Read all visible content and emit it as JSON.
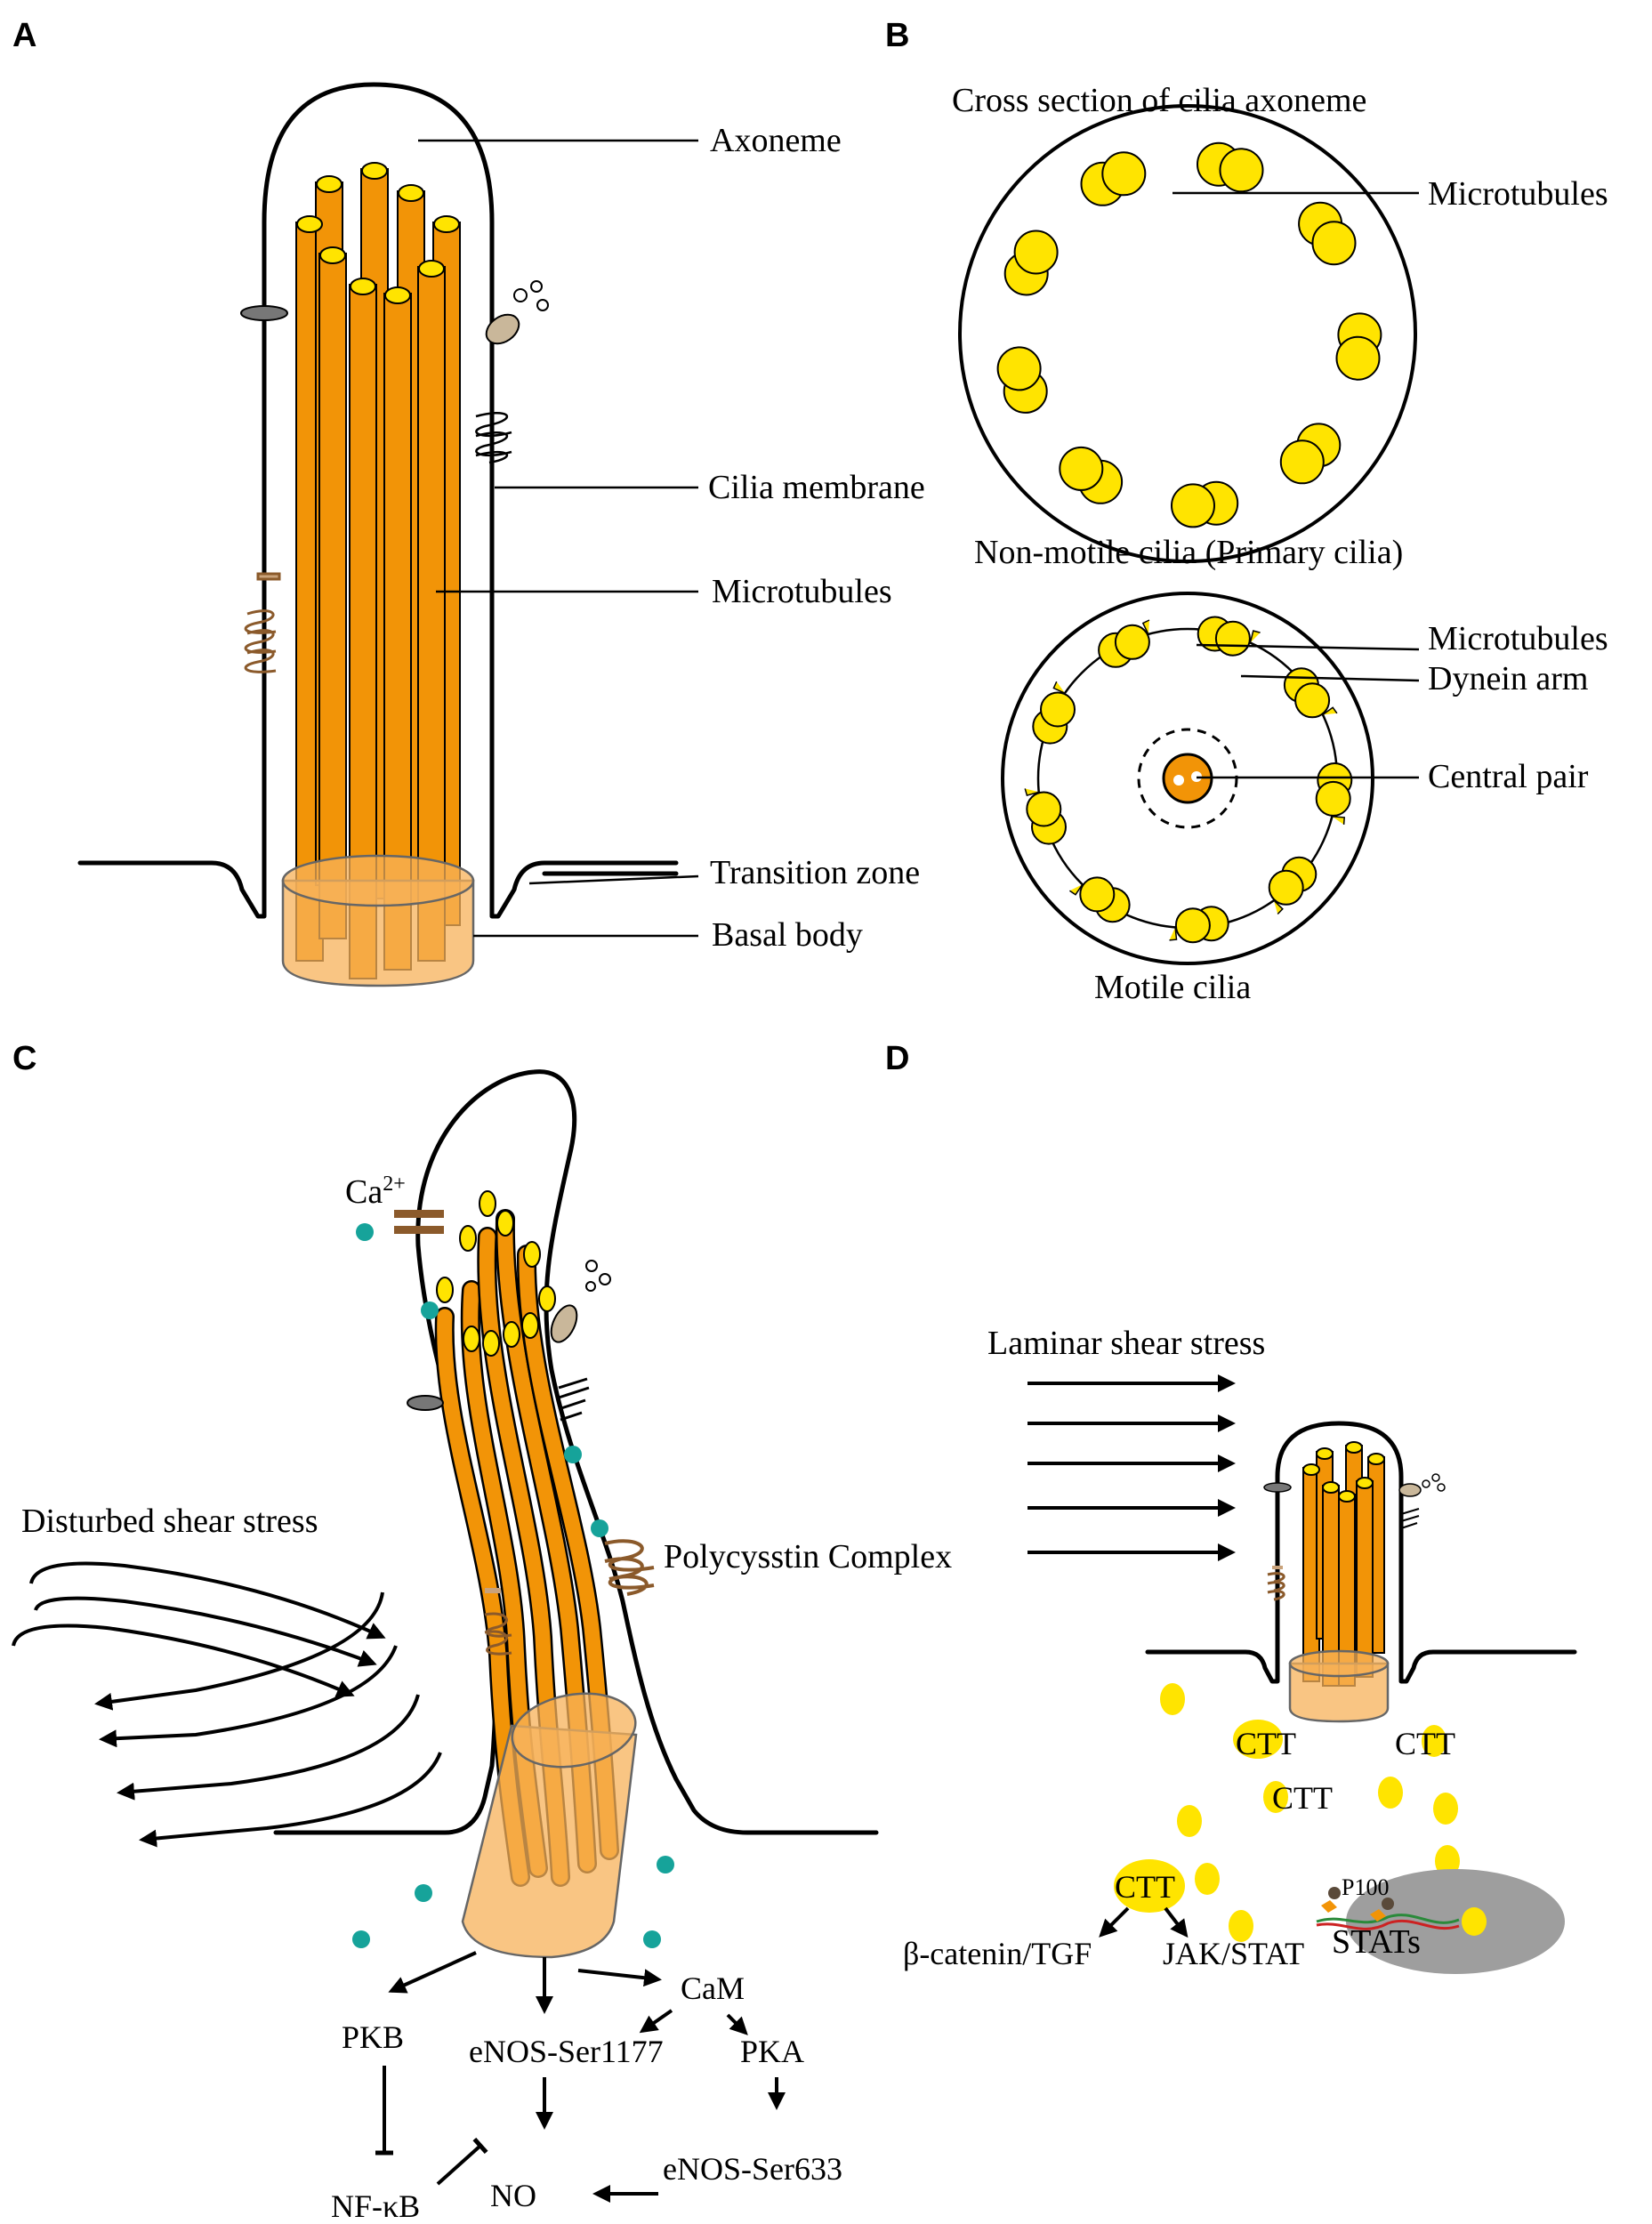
{
  "panels": {
    "A": {
      "letter": "A",
      "labels": {
        "axoneme": "Axoneme",
        "cilia_membrane": "Cilia membrane",
        "microtubules": "Microtubules",
        "transition_zone": "Transition zone",
        "basal_body": "Basal body"
      }
    },
    "B": {
      "letter": "B",
      "title": "Cross section of cilia axoneme",
      "nonmotile": {
        "microtubules": "Microtubules",
        "caption": "Non-motile cilia (Primary cilia)"
      },
      "motile": {
        "microtubules": "Microtubules",
        "dynein_arm": "Dynein arm",
        "central_pair": "Central pair",
        "caption": "Motile cilia"
      }
    },
    "C": {
      "letter": "C",
      "calcium": "Ca",
      "calcium_sup": "2+",
      "disturbed": "Disturbed shear stress",
      "polycystin": "Polycysstin Complex",
      "pathway": {
        "pkb": "PKB",
        "enos1177": "eNOS-Ser1177",
        "cam": "CaM",
        "pka": "PKA",
        "nfkb": "NF-κB",
        "no": "NO",
        "enos633": "eNOS-Ser633"
      }
    },
    "D": {
      "letter": "D",
      "laminar": "Laminar shear stress",
      "ctt1": "CTT",
      "ctt2": "CTT",
      "ctt3": "CTT",
      "ctt4": "CTT",
      "p100": "P100",
      "stats": "STATs",
      "beta_catenin": "β-catenin/TGF",
      "jak_stat": "JAK/STAT"
    }
  },
  "colors": {
    "microtubule": "#f29407",
    "microtubule_cap": "#ffe400",
    "basal_body": "#f7b25a",
    "calcium_ion": "#16a39a",
    "receptor": "#8b5a2b",
    "nucleus": "#9e9e9e"
  }
}
